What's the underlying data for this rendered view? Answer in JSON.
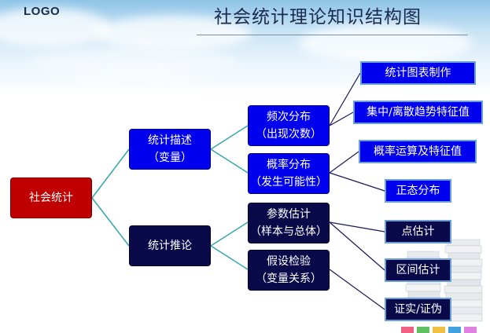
{
  "header": {
    "logo": "LOGO",
    "title": "社会统计理论知识结构图"
  },
  "nodes": {
    "root": "社会统计",
    "describe": {
      "line1": "统计描述",
      "line2": "（变量）"
    },
    "infer": "统计推论",
    "freq": {
      "line1": "频次分布",
      "line2": "（出现次数）"
    },
    "prob": {
      "line1": "概率分布",
      "line2": "（发生可能性）"
    },
    "param": {
      "line1": "参数估计",
      "line2": "（样本与总体）"
    },
    "hypo": {
      "line1": "假设检验",
      "line2": "（变量关系）"
    },
    "leaves": {
      "chart": "统计图表制作",
      "central": "集中/离散趋势特征值",
      "probcalc": "概率运算及特征值",
      "normal": "正态分布",
      "point": "点估计",
      "interval": "区间估计",
      "verify": "证实/证伪"
    }
  },
  "colors": {
    "root": "#c00000",
    "level_blue": "#0000ee",
    "level_navy": "#0a0a4a",
    "connector_teal": "#3aa8b0",
    "connector_navy": "#1a1a5a"
  }
}
